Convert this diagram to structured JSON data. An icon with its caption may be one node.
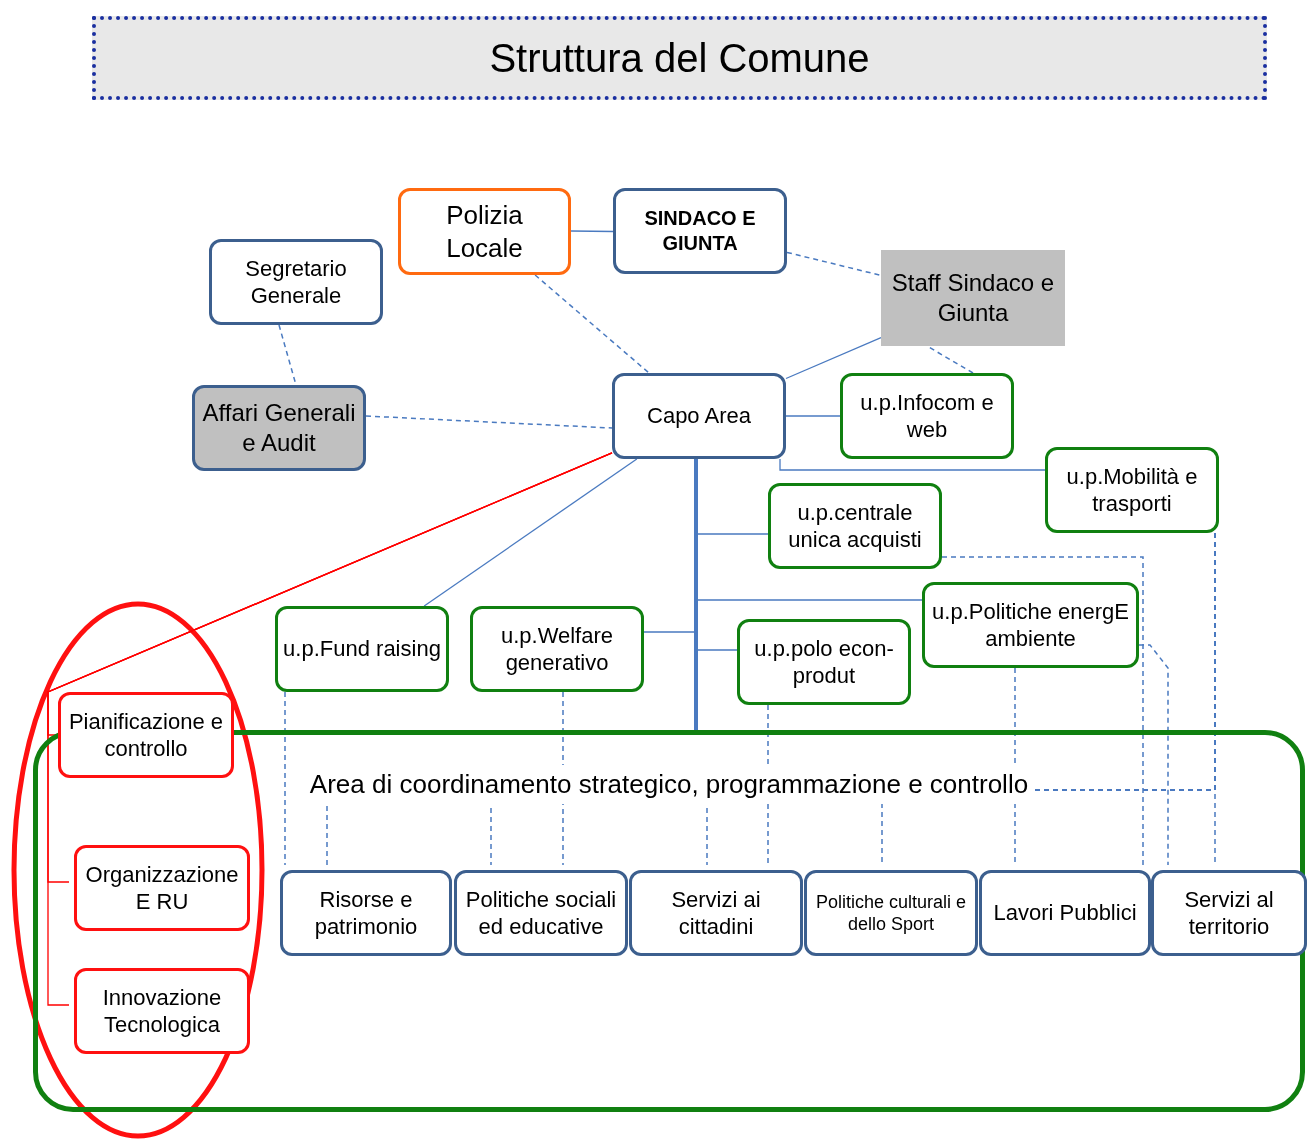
{
  "diagram": {
    "title": "Struttura del Comune",
    "nodes": [
      {
        "text": [
          "Polizia Locale"
        ]
      },
      {
        "text": [
          "SINDACO E GIUNTA"
        ]
      },
      {
        "text": [
          "Segretario Generale"
        ]
      },
      {
        "text": [
          "Staff Sindaco e Giunta"
        ]
      },
      {
        "text": [
          "Affari Generali e Audit"
        ]
      },
      {
        "text": [
          "Capo Area"
        ]
      },
      {
        "text": [
          "u.p.Infocom e web"
        ]
      },
      {
        "text": [
          "u.p.Mobilità e trasporti"
        ]
      },
      {
        "text": [
          "u.p.centrale unica acquisti"
        ]
      },
      {
        "text": [
          "u.p.Fund raising"
        ]
      },
      {
        "text": [
          "u.p.Welfare generativo"
        ]
      },
      {
        "text": [
          "u.p.Politiche energE ambiente"
        ]
      },
      {
        "text": [
          "u.p.polo econ-produt"
        ]
      },
      {
        "text": [
          "Area di coordinamento strategico, programmazione e controllo"
        ]
      },
      {
        "text": [
          "Pianificazione e controllo"
        ]
      },
      {
        "text": [
          "Organizzazione E RU"
        ],
        "in": 13
      },
      {
        "text": [
          "Innovazione Tecnologica"
        ],
        "in": 13
      },
      {
        "text": [
          "Risorse e patrimonio"
        ],
        "in": 13
      },
      {
        "text": [
          "Politiche sociali ed educative"
        ],
        "in": 13
      },
      {
        "text": [
          "Servizi ai cittadini"
        ],
        "in": 13
      },
      {
        "text": [
          "Politiche culturali e dello Sport"
        ],
        "in": 13
      },
      {
        "text": [
          "Lavori Pubblici"
        ],
        "in": 13
      },
      {
        "text": [
          "Servizi al territorio"
        ],
        "in": 13
      }
    ],
    "edges": [
      {
        "from": 0,
        "to": 1,
        "arrow": "none"
      },
      {
        "from": 1,
        "to": 3,
        "arrow": "none",
        "style": "dashed"
      },
      {
        "from": 2,
        "to": 4,
        "arrow": "none",
        "style": "dashed"
      },
      {
        "from": 0,
        "to": 5,
        "arrow": "none",
        "style": "dashed"
      },
      {
        "from": 4,
        "to": 5,
        "arrow": "none",
        "style": "dashed"
      },
      {
        "from": 5,
        "to": 3,
        "arrow": "none"
      },
      {
        "from": 5,
        "to": 6,
        "arrow": "none"
      },
      {
        "from": 6,
        "to": 3,
        "arrow": "none",
        "style": "dashed"
      },
      {
        "from": 5,
        "to": 7,
        "arrow": "none"
      },
      {
        "from": 5,
        "to": 8,
        "arrow": "none"
      },
      {
        "from": 5,
        "to": 10,
        "arrow": "none"
      },
      {
        "from": 5,
        "to": 11,
        "arrow": "none"
      },
      {
        "from": 5,
        "to": 12,
        "arrow": "none"
      },
      {
        "from": 5,
        "to": 13,
        "arrow": "none",
        "style": "thick"
      },
      {
        "from": 5,
        "to": 9,
        "arrow": "none"
      },
      {
        "from": 5,
        "to": 14,
        "arrow": "none",
        "color": "#ff0000"
      },
      {
        "from": 5,
        "to": 15,
        "arrow": "none",
        "color": "#ff0000"
      },
      {
        "from": 5,
        "to": 16,
        "arrow": "none",
        "color": "#ff0000"
      },
      {
        "from": 9,
        "to": 17,
        "arrow": "none",
        "style": "dashed"
      },
      {
        "from": 10,
        "to": 18,
        "arrow": "none",
        "style": "dashed"
      },
      {
        "from": 12,
        "to": 19,
        "arrow": "none",
        "style": "dashed"
      },
      {
        "from": 11,
        "to": 21,
        "arrow": "none",
        "style": "dashed"
      },
      {
        "from": 8,
        "to": 21,
        "arrow": "none",
        "style": "dashed"
      },
      {
        "from": 11,
        "to": 22,
        "arrow": "none",
        "style": "dashed"
      },
      {
        "from": 7,
        "to": 22,
        "arrow": "none",
        "style": "dashed"
      },
      {
        "from": 7,
        "to": 17,
        "arrow": "none",
        "style": "dashed"
      },
      {
        "from": 7,
        "to": 18,
        "arrow": "none",
        "style": "dashed"
      },
      {
        "from": 7,
        "to": 19,
        "arrow": "none",
        "style": "dashed"
      },
      {
        "from": 7,
        "to": 20,
        "arrow": "none",
        "style": "dashed"
      }
    ]
  }
}
